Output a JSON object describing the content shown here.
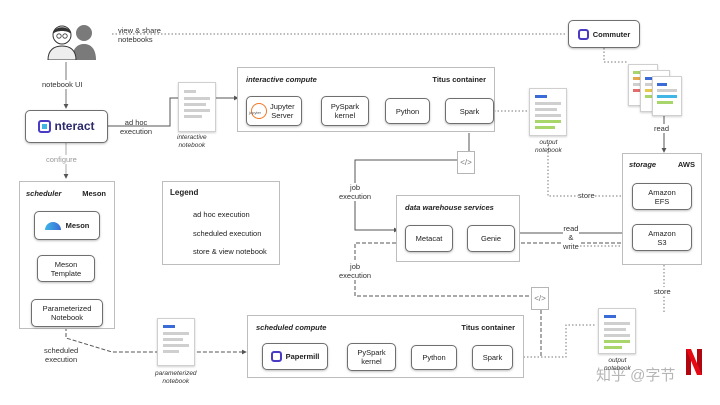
{
  "users_label": "view & share\nnotebooks",
  "notebook_ui_label": "notebook UI",
  "configure_label": "configure",
  "ad_hoc_label": "ad hoc\nexecution",
  "interactive_notebook_label": "interactive\nnotebook",
  "output_notebook_top_label": "output\nnotebook",
  "output_notebook_bottom_label": "output\nnotebook",
  "parameterized_notebook_label": "parameterized\nnotebook",
  "scheduled_execution_label": "scheduled\nexecution",
  "job_execution_top_label": "job\nexecution",
  "job_execution_bottom_label": "job\nexecution",
  "read_label": "read",
  "read_write_label": "read\n&\nwrite",
  "store_label_mid": "store",
  "store_label_bottom": "store",
  "nteract": {
    "label": "nteract"
  },
  "commuter": {
    "label": "Commuter"
  },
  "interactive_compute": {
    "title": "interactive compute",
    "container": "Titus container",
    "nodes": {
      "jupyter": "Jupyter\nServer",
      "jupyter_logo": "jupyter",
      "pyspark": "PySpark\nkernel",
      "python": "Python",
      "spark": "Spark"
    }
  },
  "scheduled_compute": {
    "title": "scheduled compute",
    "container": "Titus container",
    "nodes": {
      "papermill": "Papermill",
      "pyspark": "PySpark\nkernel",
      "python": "Python",
      "spark": "Spark"
    }
  },
  "scheduler": {
    "title": "scheduler",
    "right": "Meson",
    "meson": "Meson",
    "template": "Meson\nTemplate",
    "param": "Parameterized\nNotebook"
  },
  "dw": {
    "title": "data warehouse services",
    "metacat": "Metacat",
    "genie": "Genie"
  },
  "storage": {
    "title": "storage",
    "right": "AWS",
    "efs": "Amazon\nEFS",
    "s3": "Amazon\nS3"
  },
  "legend": {
    "title": "Legend",
    "items": [
      {
        "label": "ad hoc execution",
        "style": "solid"
      },
      {
        "label": "scheduled execution",
        "style": "dashed"
      },
      {
        "label": "store & view notebook",
        "style": "dotted"
      }
    ]
  },
  "watermark": "知乎 @字节",
  "colors": {
    "accent_blue": "#3b6bd6",
    "accent_green": "#a8d66b",
    "accent_purple": "#7b4fc7",
    "netflix_red": "#e50914"
  }
}
